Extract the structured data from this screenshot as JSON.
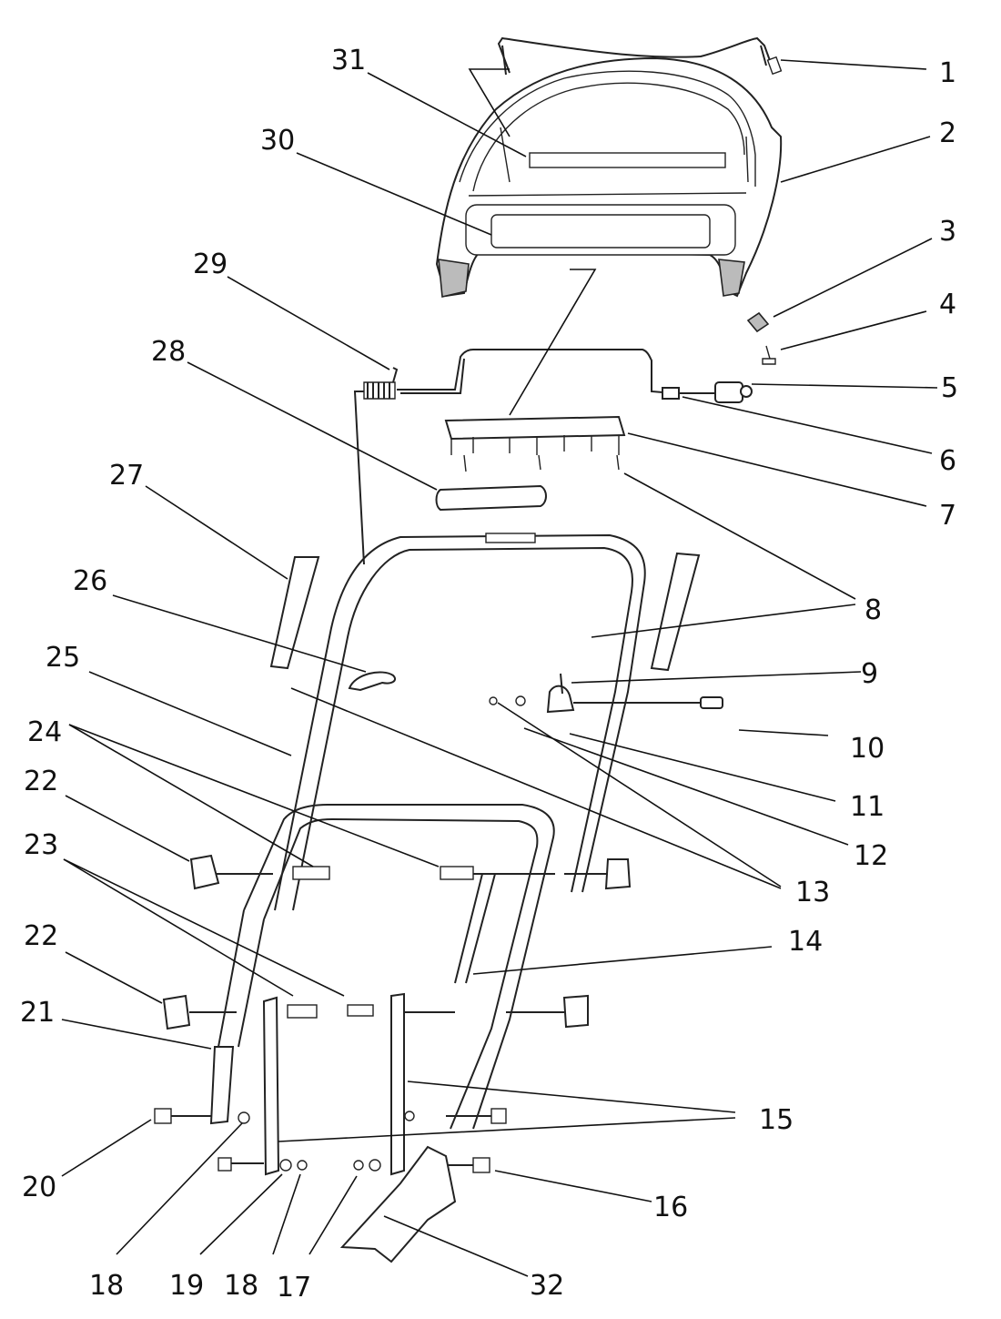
{
  "callouts": [
    {
      "num": "1"
    },
    {
      "num": "2"
    },
    {
      "num": "3"
    },
    {
      "num": "4"
    },
    {
      "num": "5"
    },
    {
      "num": "6"
    },
    {
      "num": "7"
    },
    {
      "num": "8"
    },
    {
      "num": "9"
    },
    {
      "num": "10"
    },
    {
      "num": "11"
    },
    {
      "num": "12"
    },
    {
      "num": "13"
    },
    {
      "num": "14"
    },
    {
      "num": "15"
    },
    {
      "num": "16"
    },
    {
      "num": "17"
    },
    {
      "num": "18"
    },
    {
      "num": "18"
    },
    {
      "num": "19"
    },
    {
      "num": "20"
    },
    {
      "num": "21"
    },
    {
      "num": "22"
    },
    {
      "num": "22"
    },
    {
      "num": "23"
    },
    {
      "num": "24"
    },
    {
      "num": "25"
    },
    {
      "num": "26"
    },
    {
      "num": "27"
    },
    {
      "num": "28"
    },
    {
      "num": "29"
    },
    {
      "num": "30"
    },
    {
      "num": "31"
    },
    {
      "num": "32"
    }
  ],
  "colors": {
    "line": "#222222",
    "shade": "#bbbbbb",
    "background": "#ffffff"
  }
}
